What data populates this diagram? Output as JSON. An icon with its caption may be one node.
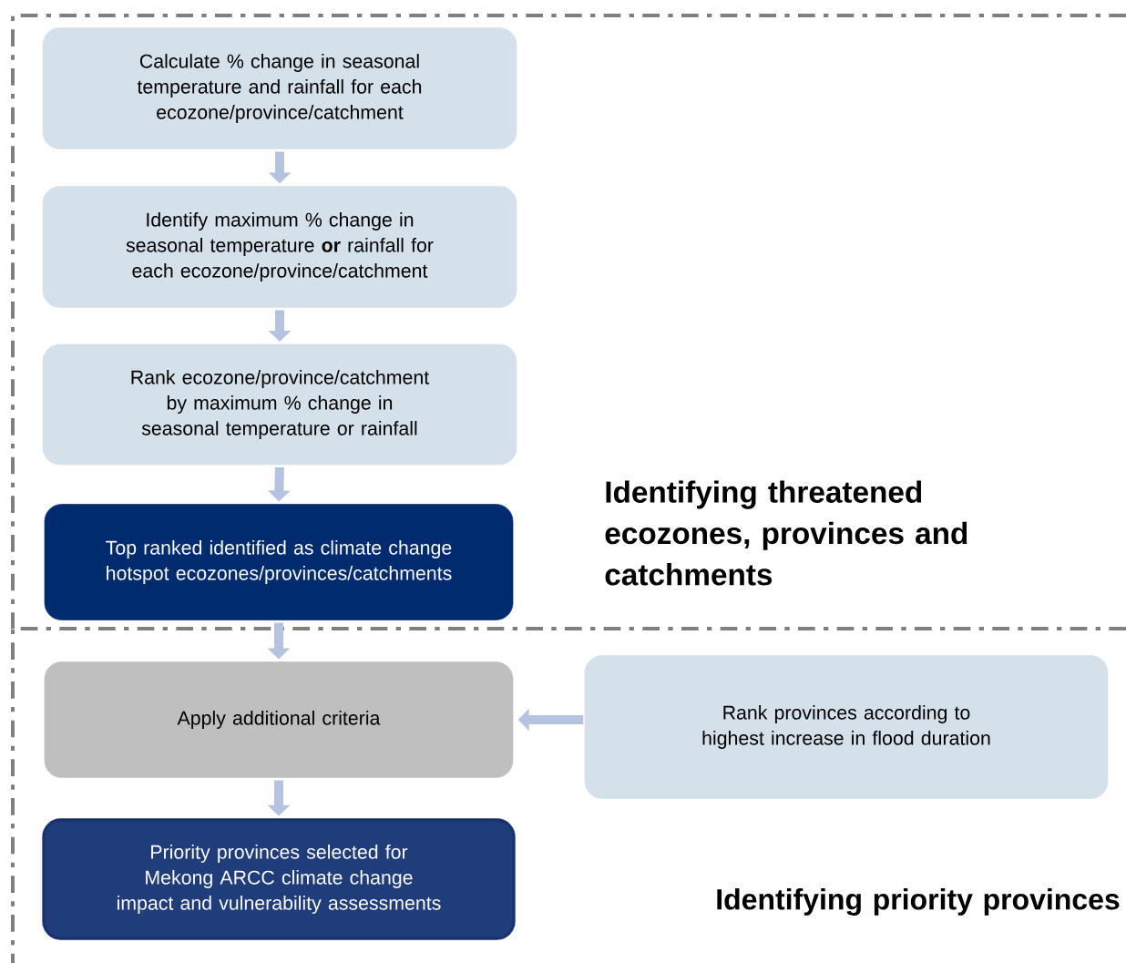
{
  "diagram": {
    "nodes": [
      {
        "text": [
          "Identifying threatened ecozones, provinces and catchments"
        ]
      },
      {
        "text": [
          "Calculate % change in seasonal temperature and rainfall for each ecozone/province/catchment"
        ],
        "in": 0
      },
      {
        "text": [
          "Identify maximum % change in seasonal temperature **or** rainfall for each ecozone/province/catchment"
        ],
        "in": 0
      },
      {
        "text": [
          "Rank ecozone/province/catchment by maximum % change in seasonal temperature or rainfall"
        ],
        "in": 0
      },
      {
        "text": [
          "Top ranked identified as climate change hotspot ecozones/provinces/catchments"
        ],
        "in": 0
      },
      {
        "text": [
          "Identifying priority provinces"
        ]
      },
      {
        "text": [
          "Apply additional criteria"
        ],
        "in": 5
      },
      {
        "text": [
          "Rank provinces according to highest increase in flood duration"
        ],
        "in": 5
      },
      {
        "text": [
          "Priority provinces selected for Mekong ARCC climate change impact and vulnerability assessments"
        ],
        "in": 5
      }
    ],
    "edges": [
      {
        "from": 1,
        "to": 2,
        "arrow": "to"
      },
      {
        "from": 2,
        "to": 3,
        "arrow": "to"
      },
      {
        "from": 3,
        "to": 4,
        "arrow": "to"
      },
      {
        "from": 4,
        "to": 6,
        "arrow": "to"
      },
      {
        "from": 7,
        "to": 6,
        "arrow": "to"
      },
      {
        "from": 6,
        "to": 8,
        "arrow": "to"
      }
    ]
  }
}
